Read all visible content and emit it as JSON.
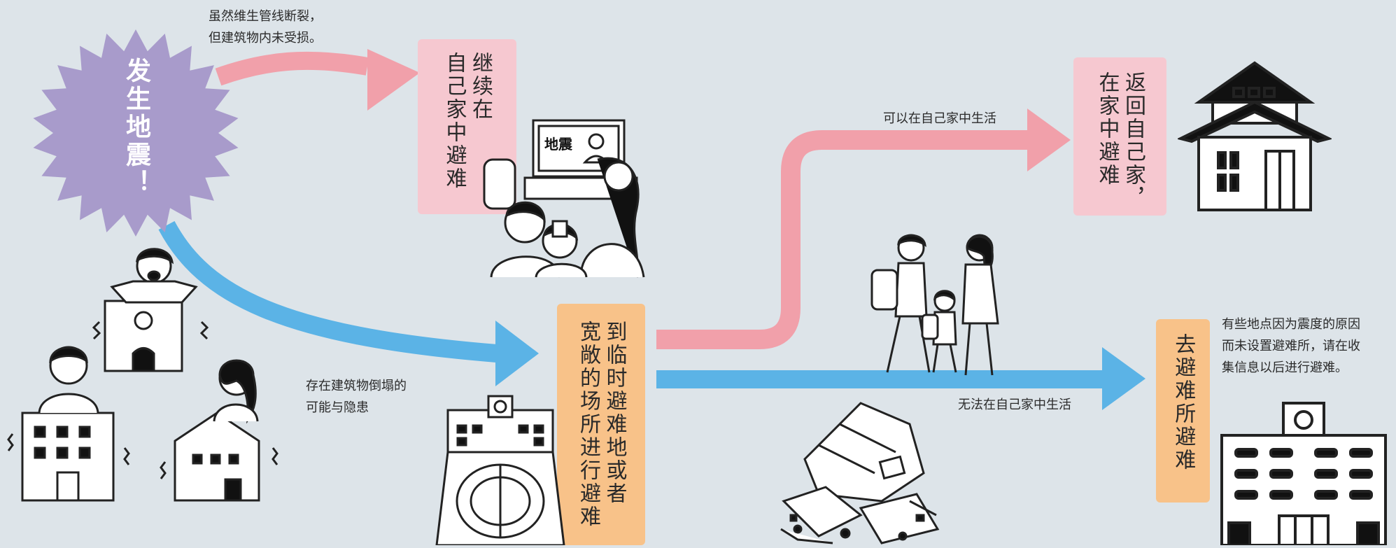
{
  "colors": {
    "background": "#dde4e9",
    "star": "#a89bcb",
    "pink_arrow": "#f1a0aa",
    "blue_arrow": "#5bb3e6",
    "pink_box": "#f6c8d0",
    "orange_box": "#f8c289"
  },
  "start": {
    "text": "发生地震！"
  },
  "notes": {
    "lifeline_line1": "虽然维生管线断裂，",
    "lifeline_line2": "但建筑物内未受损。",
    "collapse_line1": "存在建筑物倒塌的",
    "collapse_line2": "可能与隐患",
    "can_live_home": "可以在自己家中生活",
    "cannot_live_home": "无法在自己家中生活",
    "shelter_line1": "有些地点因为震度的原因",
    "shelter_line2": "而未设置避难所，请在收",
    "shelter_line3": "集信息以后进行避难。"
  },
  "boxes": {
    "stay_home": {
      "col1": "继续在",
      "col2": "自己家中避难"
    },
    "temporary": {
      "col1": "到临时避难地或者",
      "col2": "宽敞的场所进行避难"
    },
    "return_home": {
      "col1": "返回自己家，",
      "col2": "在家中避难"
    },
    "shelter": {
      "col1": "去避难所避难"
    }
  },
  "tv_caption": "地震",
  "icons": {
    "family_tv": "family-watching-tv-icon",
    "scared_people": "scared-people-buildings-icon",
    "stadium": "stadium-school-icon",
    "walking_family": "walking-family-icon",
    "collapsed_house": "collapsed-house-icon",
    "house": "house-icon",
    "shelter_building": "school-shelter-icon"
  }
}
